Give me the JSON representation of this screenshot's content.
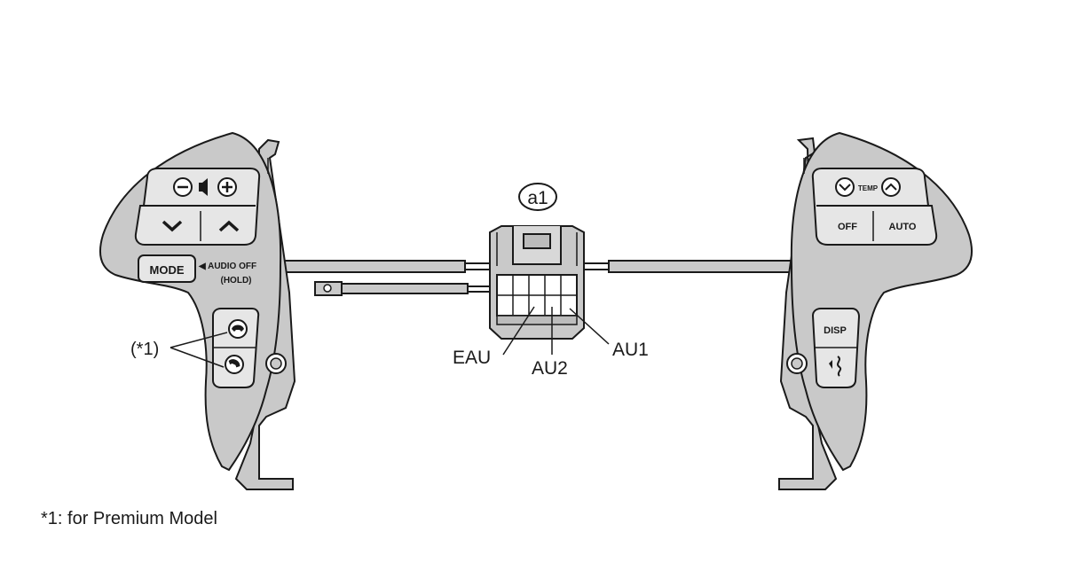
{
  "diagram": {
    "connector_id": "a1",
    "pins": {
      "eau": "EAU",
      "au2": "AU2",
      "au1": "AU1"
    },
    "note_marker": "(*1)",
    "left_switch": {
      "mode_label": "MODE",
      "audio_off_label": "◀ AUDIO OFF",
      "hold_label": "(HOLD)"
    },
    "right_switch": {
      "temp_label": "TEMP",
      "off_label": "OFF",
      "auto_label": "AUTO",
      "disp_label": "DISP"
    },
    "footnote": "*1: for Premium Model"
  },
  "colors": {
    "fill": "#c9c9c9",
    "line": "#1a1a1a",
    "button": "#e6e6e6"
  },
  "icons": [
    "volume-minus-icon",
    "speaker-icon",
    "volume-plus-icon",
    "seek-down-icon",
    "seek-up-icon",
    "phone-on-hook-icon",
    "phone-off-hook-icon",
    "temp-down-icon",
    "temp-up-icon",
    "voice-command-icon"
  ]
}
